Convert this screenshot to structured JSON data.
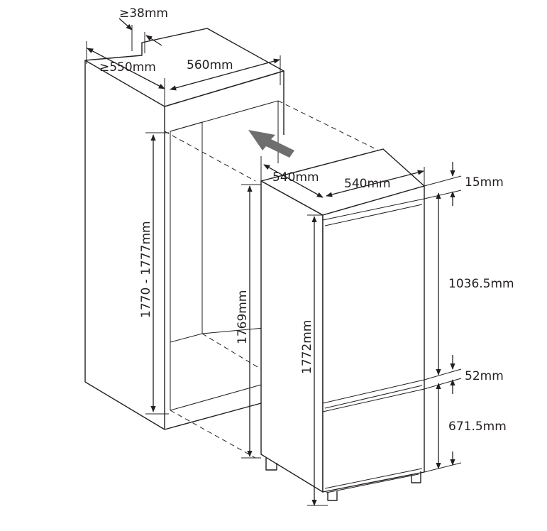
{
  "labels": {
    "gap_top": "≥38mm",
    "depth_niche": "≥550mm",
    "width_niche": "560mm",
    "height_niche": "1770 - 1777mm",
    "depth_appliance": "540mm",
    "width_appliance": "540mm",
    "height_appliance_body": "1769mm",
    "height_appliance_total": "1772mm",
    "top_gap": "15mm",
    "upper_door": "1036.5mm",
    "door_gap": "52mm",
    "lower_door": "671.5mm"
  },
  "colors": {
    "line": "#231f20",
    "arrow": "#6e6e6e",
    "background": "#ffffff"
  },
  "icons": {
    "insert_direction": "insert-arrow-icon"
  }
}
